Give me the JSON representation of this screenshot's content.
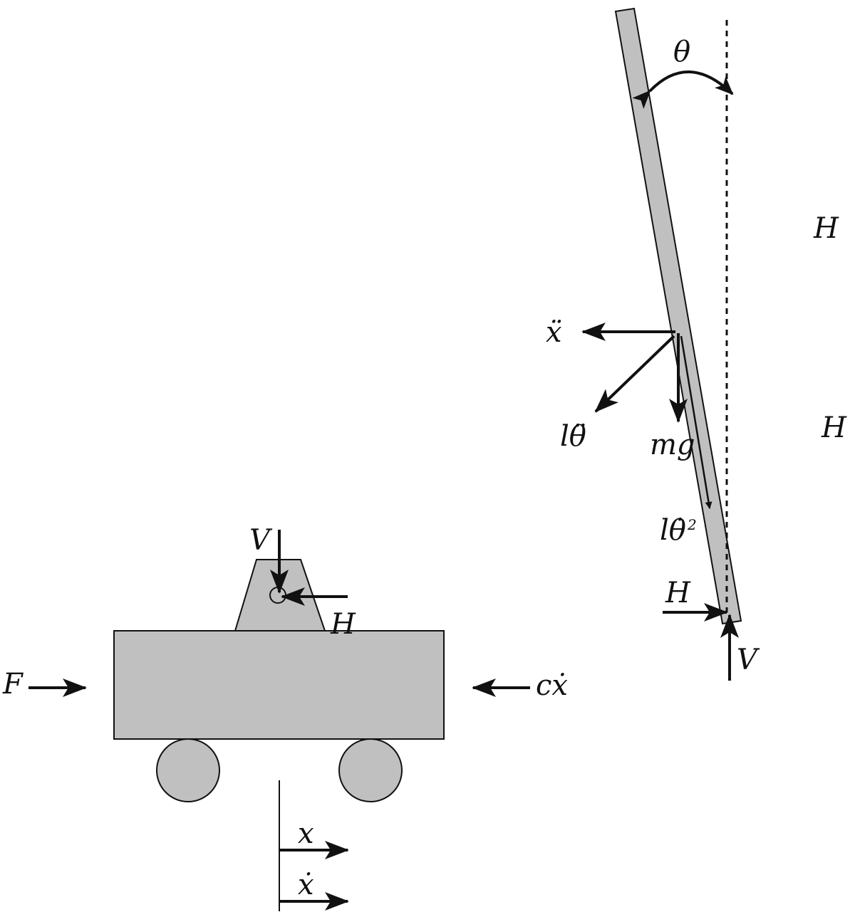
{
  "colors": {
    "body_fill": "#c0c0c0",
    "stroke": "#111111",
    "background": "#ffffff"
  },
  "labels": {
    "theta": "θ",
    "h_upper": "H",
    "h_middle": "H",
    "x_ddot": "ẍ",
    "l_theta_ddot": "lθ̈",
    "mg": "mg",
    "l_theta_dot": "lθ̇",
    "l_theta_dot_exp": "2",
    "h_pendulum_base": "H",
    "v_pendulum_base": "V",
    "v_cart": "V",
    "h_cart": "H",
    "force_f": "F",
    "damping": "cẋ",
    "x": "x",
    "x_dot": "ẋ"
  }
}
